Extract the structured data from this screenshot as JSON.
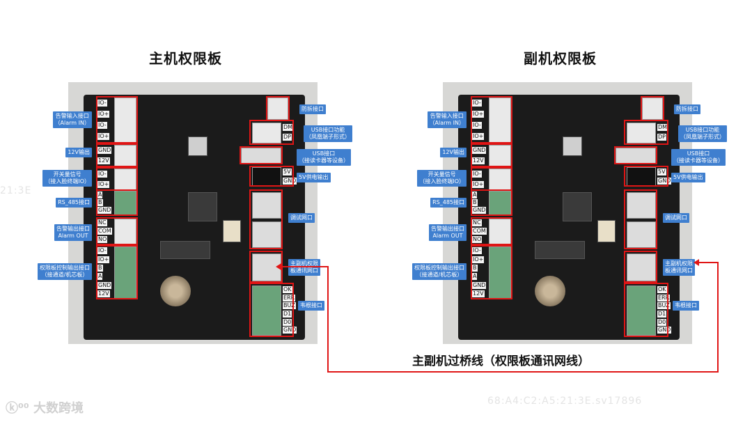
{
  "titles": {
    "left": "主机权限板",
    "right": "副机权限板"
  },
  "bridge": {
    "label": "主副机过桥线（权限板通讯网线）",
    "color": "#e01515"
  },
  "watermark": {
    "text_left": "21:3E",
    "text_right": "68:A4:C2:A5:21:3E.sv17896",
    "logo": "大数跨境"
  },
  "pins": {
    "alarm_in": [
      "IO-",
      "IO+",
      "IO-",
      "IO+"
    ],
    "v12": [
      "GND",
      "12V"
    ],
    "switch": [
      "IO-",
      "IO+"
    ],
    "rs485": [
      "A",
      "B",
      "GND"
    ],
    "alarm_out": [
      "NC",
      "COM",
      "NO"
    ],
    "ctrl": [
      "IO-",
      "IO+",
      "B",
      "A",
      "GND",
      "12V"
    ],
    "usbfn": [
      "DM",
      "DP"
    ],
    "v5": [
      "5V",
      "GND"
    ],
    "wiegand": [
      "OK",
      "ERR",
      "BUZ",
      "D1",
      "D0",
      "GND"
    ]
  },
  "labels": {
    "alarm_in": "告警输入接口\n（Alarm IN）",
    "v12": "12V输出",
    "switch": "开关量信号\n（接入脸终端IO）",
    "rs485": "RS_485接口",
    "alarm_out": "告警输出接口\nAlarm OUT",
    "ctrl": "权限板控制输出接口\n（接通道/机芯板）",
    "tamper": "防拆接口",
    "usbfn": "USB接口功能\n（凤凰端子形式）",
    "usb": "USB接口\n（接读卡器等设备）",
    "v5": "5V供电输出",
    "debug": "调试网口",
    "bridge_port": "主副机权限\n板通讯网口",
    "wiegand": "韦根接口"
  },
  "colors": {
    "callout": "#3f7fcf",
    "box": "#e01515"
  }
}
